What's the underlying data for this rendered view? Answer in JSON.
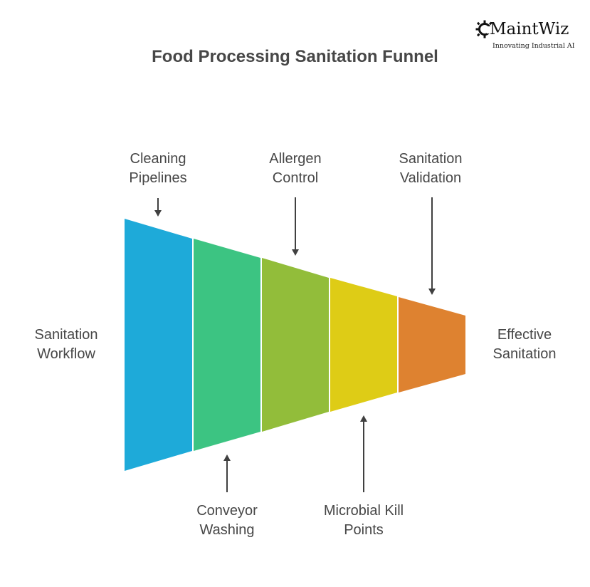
{
  "title": "Food Processing Sanitation Funnel",
  "logo": {
    "name": "MaintWiz",
    "tagline": "Innovating Industrial AI",
    "icon": "gear-icon"
  },
  "input_label": {
    "line1": "Sanitation",
    "line2": "Workflow"
  },
  "output_label": {
    "line1": "Effective",
    "line2": "Sanitation"
  },
  "stages": [
    {
      "label_line1": "Cleaning",
      "label_line2": "Pipelines",
      "color": "#1EAAD9",
      "label_position": "top"
    },
    {
      "label_line1": "Conveyor",
      "label_line2": "Washing",
      "color": "#3CC482",
      "label_position": "bottom"
    },
    {
      "label_line1": "Allergen",
      "label_line2": "Control",
      "color": "#92BD3A",
      "label_position": "top"
    },
    {
      "label_line1": "Microbial Kill",
      "label_line2": "Points",
      "color": "#DECC16",
      "label_position": "bottom"
    },
    {
      "label_line1": "Sanitation",
      "label_line2": "Validation",
      "color": "#DE8230",
      "label_position": "top"
    }
  ],
  "chart_data": {
    "type": "funnel",
    "title": "Food Processing Sanitation Funnel",
    "input": "Sanitation Workflow",
    "output": "Effective Sanitation",
    "stages": [
      "Cleaning Pipelines",
      "Conveyor Washing",
      "Allergen Control",
      "Microbial Kill Points",
      "Sanitation Validation"
    ],
    "colors": [
      "#1EAAD9",
      "#3CC482",
      "#92BD3A",
      "#DECC16",
      "#DE8230"
    ]
  }
}
